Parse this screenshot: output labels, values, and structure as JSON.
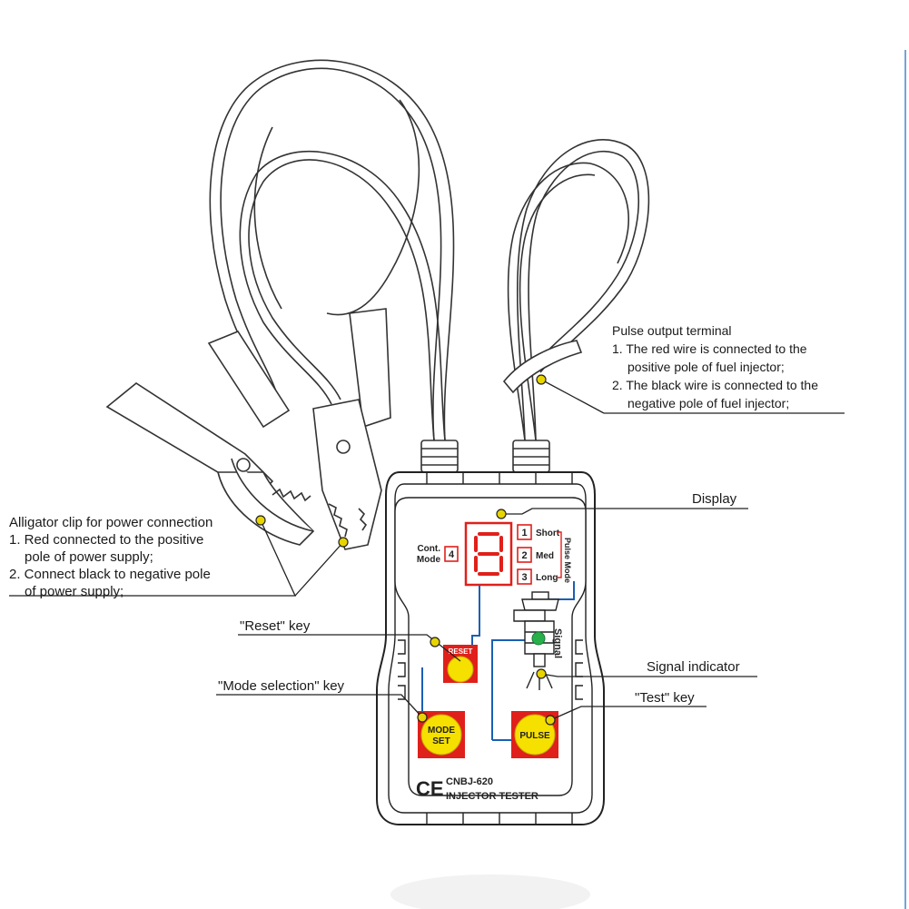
{
  "colors": {
    "outline": "#222222",
    "accent_red": "#e0201b",
    "button_yellow": "#f5e000",
    "wire_blue": "#1a5fb4",
    "led_green": "#28b04a",
    "marker_yellow": "#e8d400"
  },
  "callouts": {
    "alligator": {
      "title": "Alligator clip for power connection",
      "line1": "1. Red connected to the positive",
      "line1b": "pole of power supply;",
      "line2": "2. Connect black to negative pole",
      "line2b": "of power supply;"
    },
    "pulse_output": {
      "title": "Pulse output terminal",
      "line1": "1. The red wire is connected to the",
      "line1b": "positive pole of fuel injector;",
      "line2": "2. The black wire is connected to the",
      "line2b": "negative pole of fuel injector;"
    },
    "display": "Display",
    "reset_key": "\"Reset\" key",
    "mode_key": "\"Mode selection\" key",
    "signal_indicator": "Signal indicator",
    "test_key": "\"Test\" key"
  },
  "device": {
    "digit": "8",
    "cont_mode_label_1": "Cont.",
    "cont_mode_label_2": "Mode",
    "cont_mode_num": "4",
    "pulse_mode_label": "Pulse Mode",
    "modes": [
      {
        "num": "1",
        "label": "Short"
      },
      {
        "num": "2",
        "label": "Med"
      },
      {
        "num": "3",
        "label": "Long"
      }
    ],
    "signal_label": "Signal",
    "reset_label": "RESET",
    "mode_set_line1": "MODE",
    "mode_set_line2": "SET",
    "pulse_label": "PULSE",
    "ce_mark": "CE",
    "model": "CNBJ-620",
    "product_name": "INJECTOR TESTER"
  }
}
